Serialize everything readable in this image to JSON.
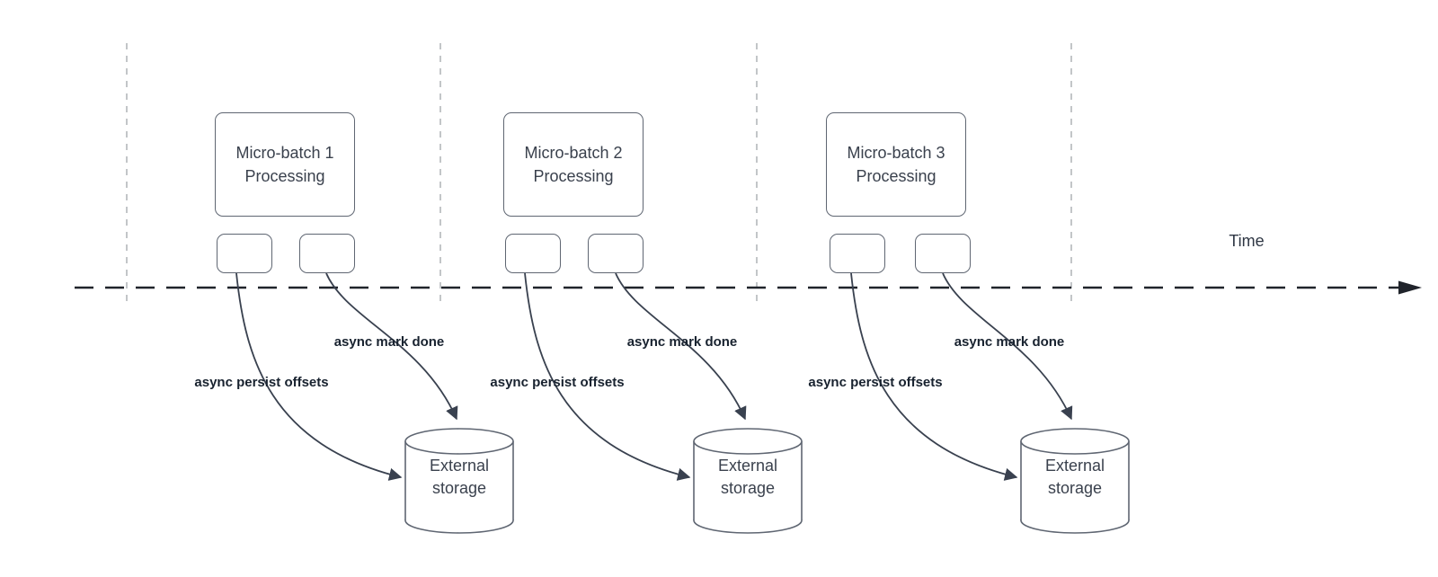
{
  "diagram": {
    "timeline": {
      "label": "Time"
    },
    "groups": [
      {
        "title_line1": "Micro-batch 1",
        "title_line2": "Processing",
        "persist_label": "async persist offsets",
        "done_label": "async mark done",
        "storage_line1": "External",
        "storage_line2": "storage"
      },
      {
        "title_line1": "Micro-batch 2",
        "title_line2": "Processing",
        "persist_label": "async persist offsets",
        "done_label": "async mark done",
        "storage_line1": "External",
        "storage_line2": "storage"
      },
      {
        "title_line1": "Micro-batch 3",
        "title_line2": "Processing",
        "persist_label": "async persist offsets",
        "done_label": "async mark done",
        "storage_line1": "External",
        "storage_line2": "storage"
      }
    ],
    "colors": {
      "shape_stroke": "#5f6672",
      "arrow_stroke": "#39414f",
      "timeline_stroke": "#20242b",
      "guide_line": "#b4b7ba",
      "bold_label_text": "#18222f",
      "shape_text": "#3a414d"
    }
  }
}
